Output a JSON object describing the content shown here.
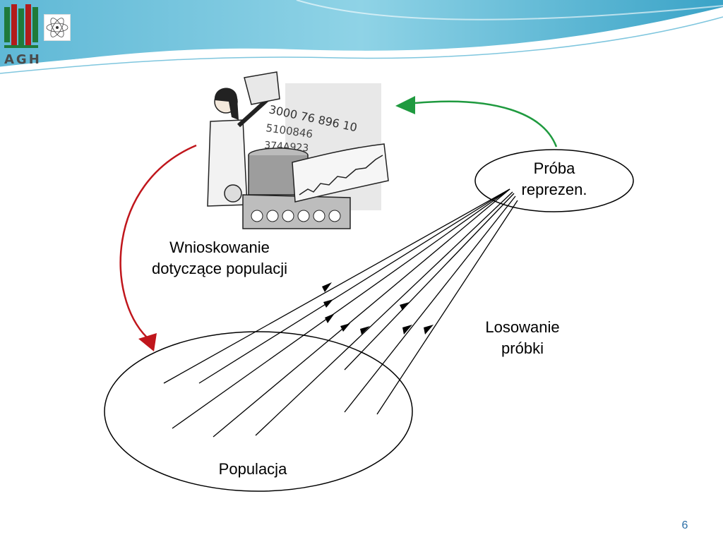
{
  "header": {
    "logo_text": "AGH"
  },
  "diagram": {
    "sample_label_line1": "Próba",
    "sample_label_line2": "reprezen.",
    "inference_label_line1": "Wnioskowanie",
    "inference_label_line2": "dotyczące populacji",
    "drawing_label_line1": "Losowanie",
    "drawing_label_line2": "próbki",
    "population_label": "Populacja"
  },
  "illustration": {
    "numbers_text": "3000 76 896 10"
  },
  "footer": {
    "page_number": "6"
  },
  "colors": {
    "inference_arrow": "#c0161c",
    "sample_arrow": "#1f9a3f",
    "page_number": "#2a6ea6"
  }
}
